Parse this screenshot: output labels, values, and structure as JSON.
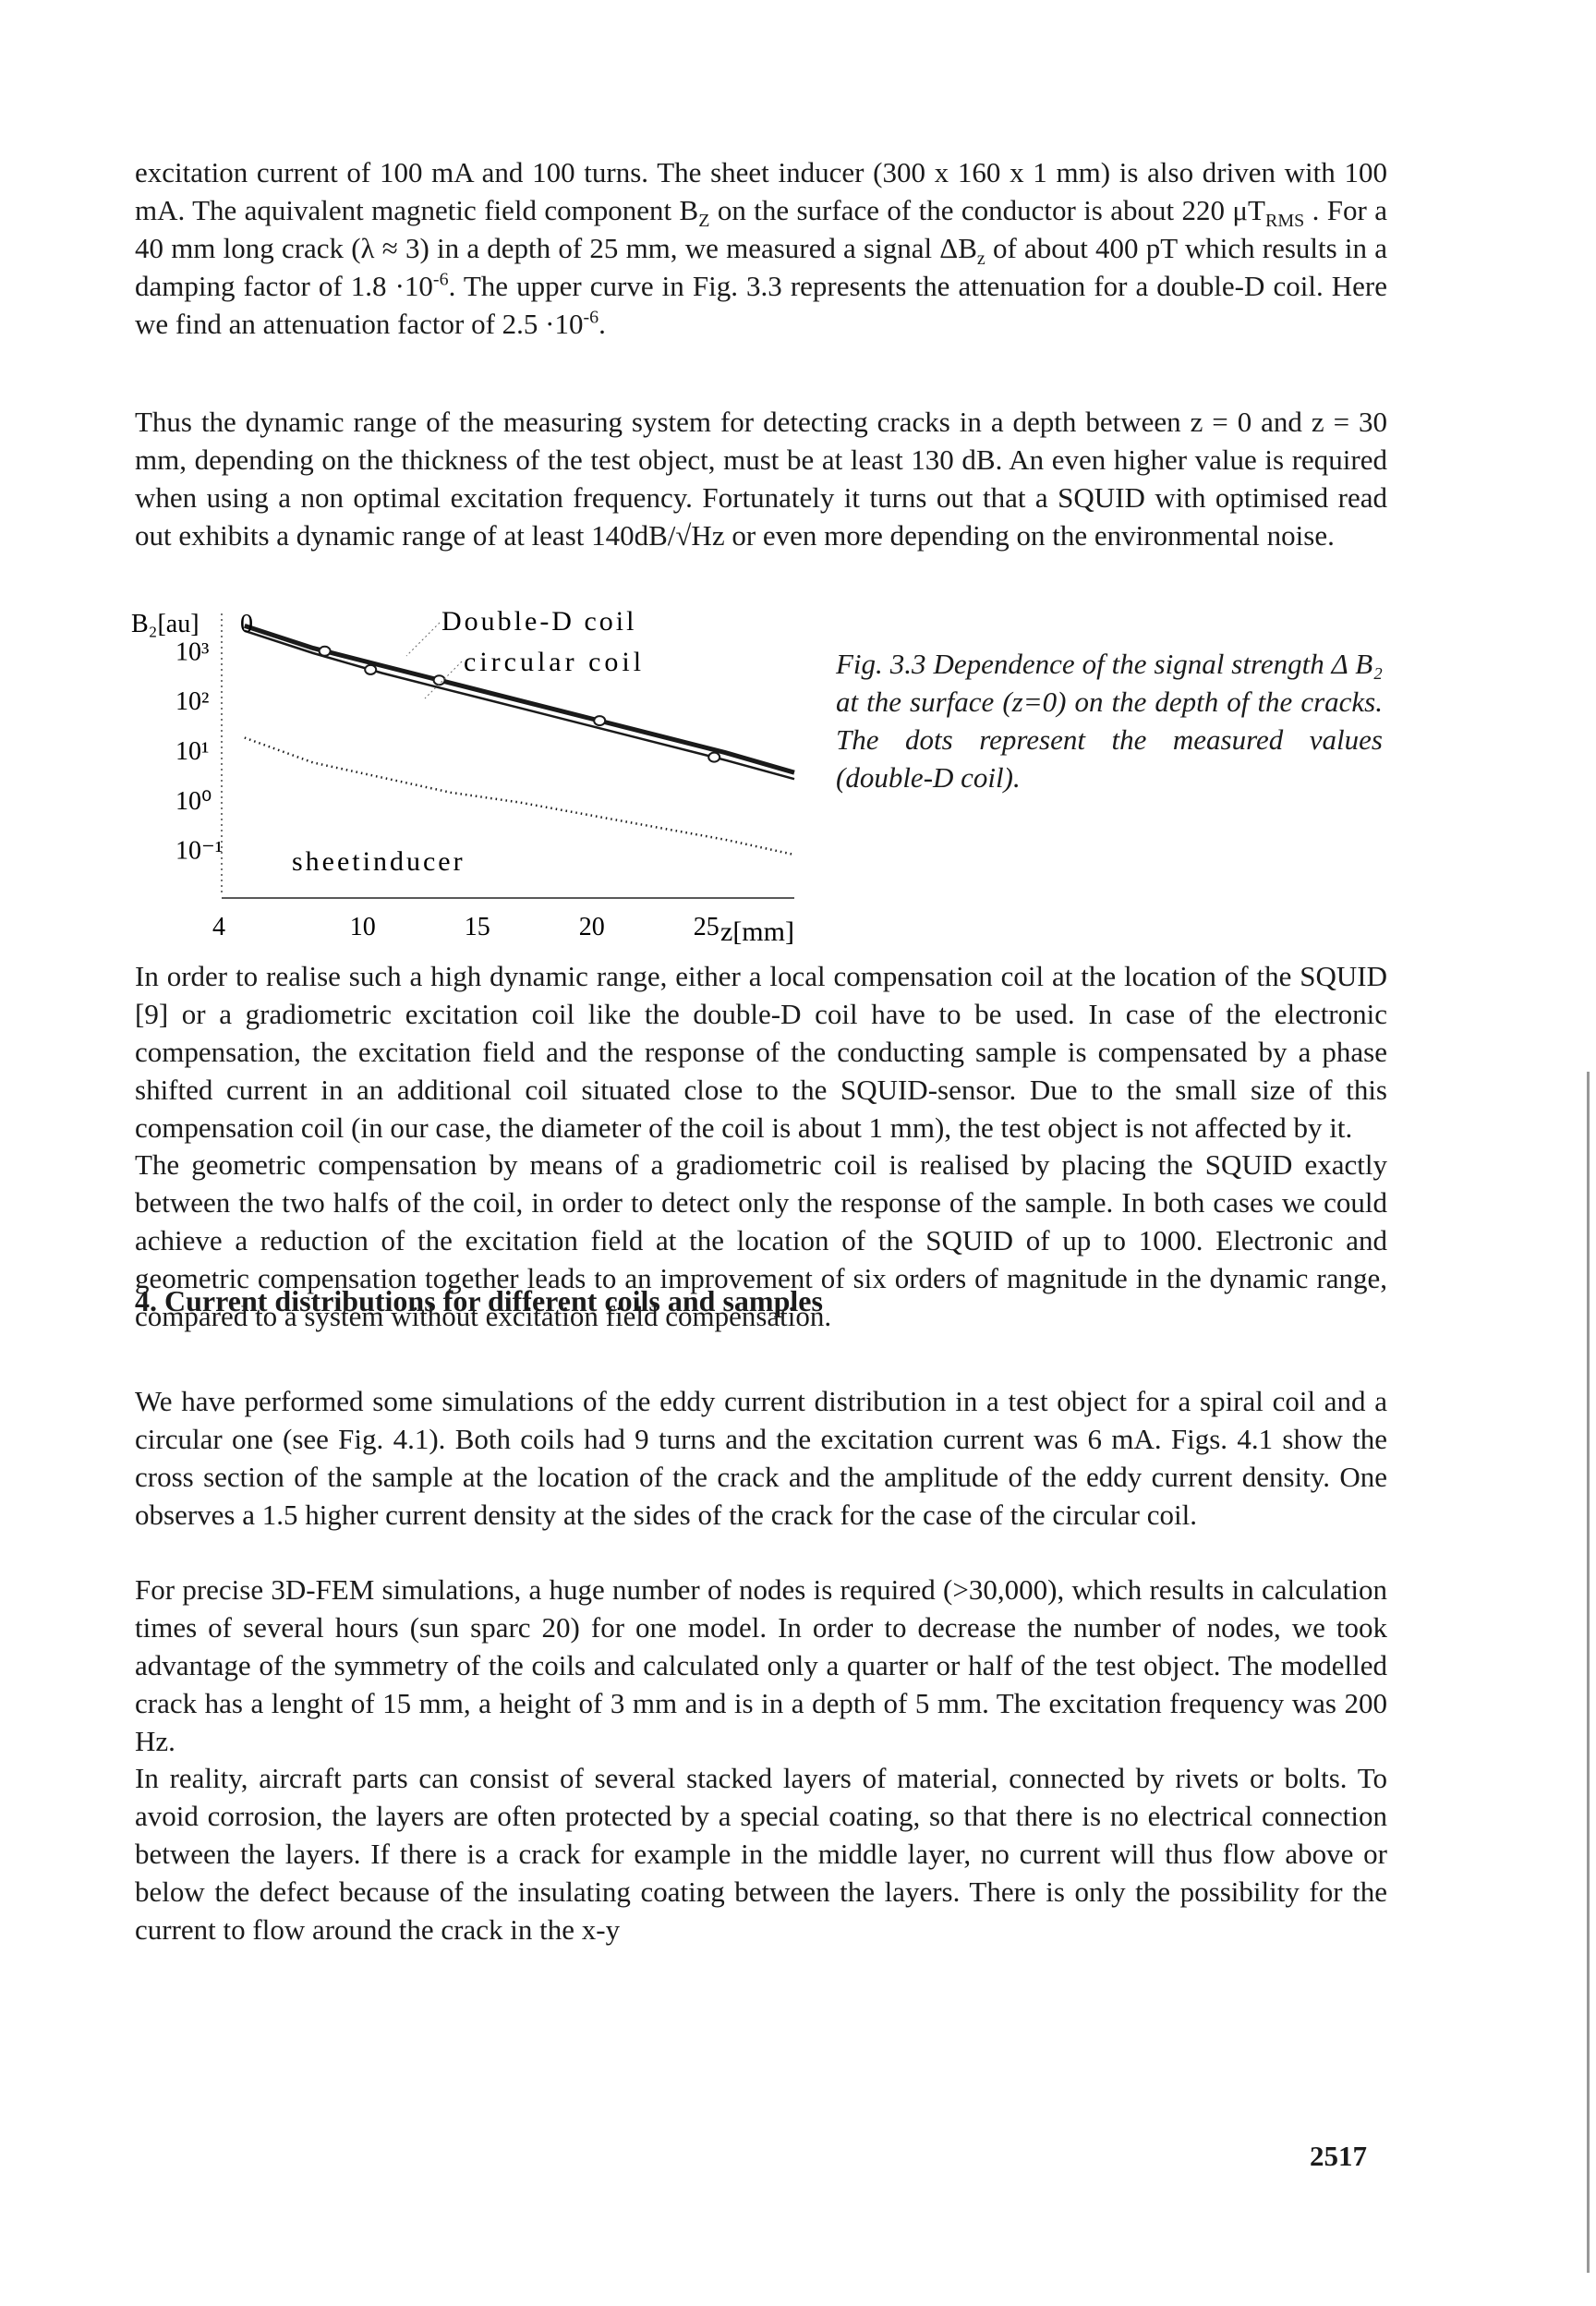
{
  "paragraphs": {
    "p1": "excitation current of 100 mA and 100 turns. The sheet inducer (300 x 160 x 1 mm) is also driven with 100 mA. The aquivalent magnetic field component B",
    "p1_sub": "Z",
    "p1_b": " on the surface of the conductor is about 220 μT",
    "p1_sub2": "RMS",
    "p1_c": " . For a 40 mm long crack (λ ≈ 3) in a depth of 25 mm, we measured a signal ΔB",
    "p1_sub3": "z",
    "p1_d": " of about 400 pT which results in a damping factor of 1.8 ·10",
    "p1_sup1": "-6",
    "p1_e": ". The upper curve in Fig. 3.3 represents the attenuation for a double-D coil. Here we find an attenuation factor of 2.5 ·10",
    "p1_sup2": "-6",
    "p1_f": ".",
    "p2": "Thus the dynamic range of the measuring system for detecting cracks in a depth between z = 0 and z = 30 mm, depending on the thickness of the test object, must be at least 130 dB. An even higher value is required when using a non optimal excitation frequency. Fortunately it turns out that a SQUID with optimised read out exhibits a dynamic range of at least 140dB/√Hz or even more depending on the environmental noise.",
    "p3": "In order to realise such a high dynamic range, either a local compensation coil at the location of the SQUID [9] or a gradiometric excitation coil like the double-D coil have to be used. In case of the electronic compensation, the excitation field and the response of the conducting sample is compensated by a phase shifted current in an additional coil situated close to the SQUID-sensor. Due to the small size of this compensation coil (in our case, the diameter of the coil is about 1 mm), the test object is not affected by it.",
    "p4": "The geometric compensation by means of a gradiometric coil is realised by placing the SQUID exactly between the two halfs of the coil, in order to detect only the response of the sample. In both cases we could achieve a reduction of the excitation field at the location of the SQUID of up to 1000. Electronic and geometric compensation together leads to an improvement of six orders of magnitude in the dynamic range, compared to a system without excitation field compensation.",
    "heading": "4. Current distributions for different coils and samples",
    "p5": "We have performed some simulations of the eddy current distribution in a test object for a spiral coil and a circular one (see Fig. 4.1). Both coils had 9 turns and the excitation current was 6 mA. Figs. 4.1 show the cross section of the sample at the location of the crack and the amplitude of the eddy current density. One observes a 1.5 higher current density at the sides of the crack for the case of the circular coil.",
    "p6": "For precise 3D-FEM simulations, a huge number of nodes is required (>30,000), which results in calculation times of several hours (sun sparc 20) for one model. In order to decrease the number of nodes, we took advantage of the symmetry of the coils and calculated only a quarter or half of the test object. The modelled crack has a lenght of 15 mm, a height of 3 mm and is in a depth of 5 mm. The excitation frequency was 200 Hz.",
    "p7": "In reality, aircraft parts can consist of several stacked layers of material, connected by rivets or bolts. To avoid corrosion, the layers are often protected by a special coating, so that there is no electrical connection between the layers. If there is a crack for example in the middle layer, no current will thus flow above or below the defect because of the insulating coating between the layers. There is only the possibility for the current to flow around the crack in the x-y"
  },
  "caption": "Fig. 3.3 Dependence of the signal strength Δ B₂ at the surface (z=0) on the depth of the cracks. The dots represent the measured values (double-D coil).",
  "page_number": "2517",
  "chart_data": {
    "type": "line",
    "ylabel": "B₂[au]",
    "xlabel": "z[mm]",
    "x_ticks": [
      "4",
      "10",
      "15",
      "20",
      "25"
    ],
    "y_ticks": [
      "0",
      "10³",
      "10²",
      "10¹",
      "10⁰",
      "10⁻¹"
    ],
    "y_tick_exponents": [
      null,
      3,
      2,
      1,
      0,
      -1
    ],
    "xlim": [
      4,
      29
    ],
    "ylim_exponent": [
      -1.6,
      3.6
    ],
    "series": [
      {
        "name": "Double-D coil",
        "x": [
          5,
          8,
          11,
          14,
          17,
          20,
          23,
          26,
          29
        ],
        "y_exp": [
          3.5,
          3.05,
          2.7,
          2.35,
          2.0,
          1.65,
          1.3,
          0.95,
          0.55
        ],
        "markers_x": [
          8.5,
          13.5,
          20.5
        ],
        "style": "thick"
      },
      {
        "name": "circular coil",
        "x": [
          5,
          8,
          11,
          14,
          17,
          20,
          23,
          26,
          29
        ],
        "y_exp": [
          3.4,
          2.95,
          2.55,
          2.2,
          1.85,
          1.5,
          1.15,
          0.8,
          0.42
        ],
        "markers_x": [
          10.5,
          25.5
        ],
        "style": "thin"
      },
      {
        "name": "sheetinducer",
        "x": [
          5,
          8,
          11,
          14,
          17,
          20,
          23,
          26,
          29
        ],
        "y_exp": [
          1.25,
          0.75,
          0.45,
          0.15,
          -0.05,
          -0.3,
          -0.55,
          -0.8,
          -1.1
        ],
        "style": "dotted"
      }
    ],
    "annotations": [
      "Double-D coil",
      "circular coil",
      "sheetinducer"
    ]
  }
}
